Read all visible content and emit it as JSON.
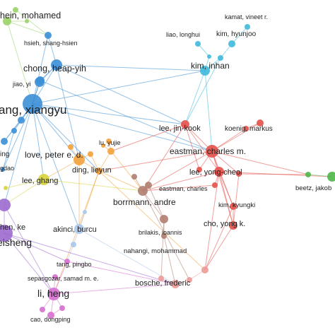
{
  "network": {
    "nodes": [
      {
        "id": "hein-mohamed",
        "label": "hein, mohamed",
        "cluster": "lightgreen"
      },
      {
        "id": "hsieh-shang-hsien",
        "label": "hsieh, shang-hsien",
        "cluster": "blue"
      },
      {
        "id": "chong-heap-yih",
        "label": "chong, heap-yih",
        "cluster": "blue"
      },
      {
        "id": "jiao-yi",
        "label": "jiao, yi",
        "cluster": "blue"
      },
      {
        "id": "wang-xiangyu",
        "label": "ang, xiangyu",
        "cluster": "blue"
      },
      {
        "id": "blue-left-1",
        "label": "ing",
        "cluster": "blue"
      },
      {
        "id": "blue-left-2",
        "label": "gdao",
        "cluster": "blue"
      },
      {
        "id": "kamat-vineet",
        "label": "kamat, vineet r.",
        "cluster": "cyan"
      },
      {
        "id": "liao-longhui",
        "label": "liao, longhui",
        "cluster": "cyan"
      },
      {
        "id": "kim-hyunjoo",
        "label": "kim, hyunjoo",
        "cluster": "cyan"
      },
      {
        "id": "kim-inhan",
        "label": "kim, inhan",
        "cluster": "cyan"
      },
      {
        "id": "lee-jin-kook",
        "label": "lee, jin-kook",
        "cluster": "red"
      },
      {
        "id": "koenig-markus",
        "label": "koenig, markus",
        "cluster": "red"
      },
      {
        "id": "eastman-charles-m",
        "label": "eastman, charles m.",
        "cluster": "red"
      },
      {
        "id": "lee-yong-cheol",
        "label": "lee, yong-cheol",
        "cluster": "red"
      },
      {
        "id": "eastman-charles",
        "label": "eastman, charles",
        "cluster": "red"
      },
      {
        "id": "kim-kyungki",
        "label": "kim, kyungki",
        "cluster": "red"
      },
      {
        "id": "cho-yong-k",
        "label": "cho, yong k.",
        "cluster": "red"
      },
      {
        "id": "lu-yujie",
        "label": "lu, yujie",
        "cluster": "orange"
      },
      {
        "id": "love-peter",
        "label": "love, peter e. d.",
        "cluster": "orange"
      },
      {
        "id": "ding-lieyun",
        "label": "ding, lieyun",
        "cluster": "orange"
      },
      {
        "id": "lee-ghang",
        "label": "lee, ghang",
        "cluster": "yellow"
      },
      {
        "id": "borrmann-andre",
        "label": "borrmann, andre",
        "cluster": "brown"
      },
      {
        "id": "brilakis-ioannis",
        "label": "brilakis, ioannis",
        "cluster": "brown"
      },
      {
        "id": "nahangi-mohammad",
        "label": "nahangi, mohammad",
        "cluster": "brown"
      },
      {
        "id": "akinci-burcu",
        "label": "akinci, burcu",
        "cluster": "lightblue"
      },
      {
        "id": "beetz-jakob",
        "label": "beetz, jakob",
        "cluster": "green"
      },
      {
        "id": "chen-ke",
        "label": "hen, ke",
        "cluster": "purple"
      },
      {
        "id": "weisheng",
        "label": "eisheng",
        "cluster": "purple"
      },
      {
        "id": "tang-pingbo",
        "label": "tang, pingbo",
        "cluster": "magenta"
      },
      {
        "id": "sepasgozar",
        "label": "sepasgozar, samad m. e.",
        "cluster": "magenta"
      },
      {
        "id": "li-heng",
        "label": "li, heng",
        "cluster": "magenta"
      },
      {
        "id": "cao-dongping",
        "label": "cao, dongping",
        "cluster": "magenta"
      },
      {
        "id": "bosche-frederic",
        "label": "bosche, frederic",
        "cluster": "pink"
      }
    ],
    "colors": {
      "blue": "#3c8fd6",
      "cyan": "#3fb9dc",
      "red": "#e4514a",
      "orange": "#f3a23c",
      "yellow": "#d6d43a",
      "brown": "#b07e70",
      "lightgreen": "#9bd36a",
      "green": "#4fb64a",
      "purple": "#9c6ad0",
      "magenta": "#d66fcf",
      "pink": "#ec9b97",
      "lightblue": "#a9c6ea"
    }
  }
}
